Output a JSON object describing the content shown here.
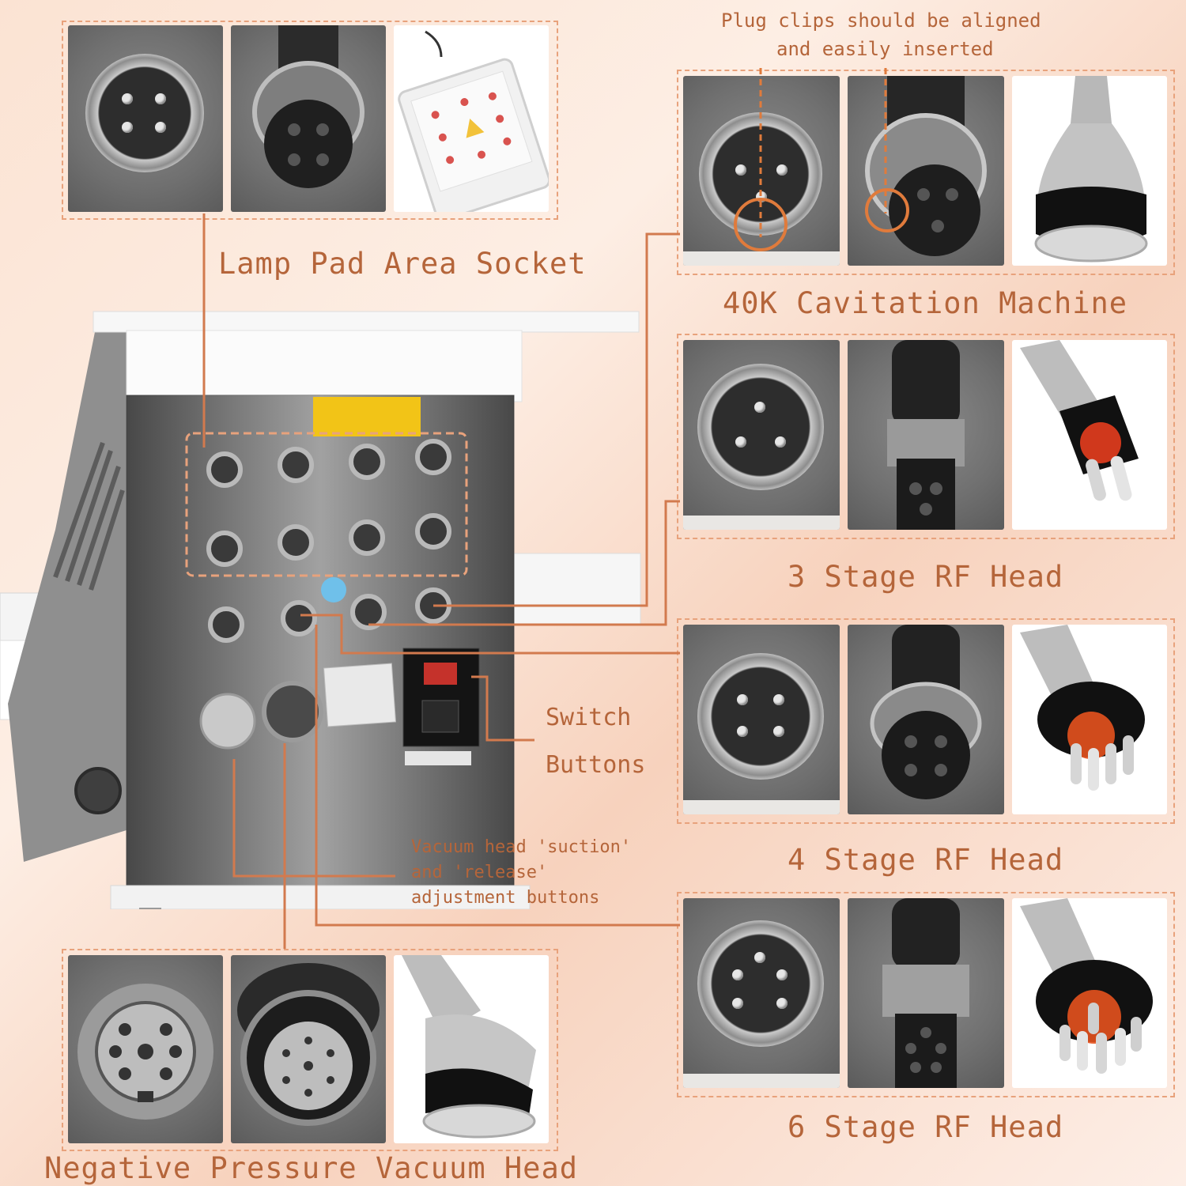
{
  "labels": {
    "lamp_pad": "Lamp Pad Area Socket",
    "plug_clips_line1": "Plug clips should be aligned",
    "plug_clips_line2": "and easily inserted",
    "cavitation": "40K Cavitation Machine",
    "rf3": "3 Stage RF Head",
    "rf4": "4 Stage RF Head",
    "rf6": "6 Stage RF Head",
    "vacuum_head": "Negative Pressure Vacuum Head",
    "switch_line1": "Switch",
    "switch_line2": "Buttons",
    "vacuum_buttons_line1": "Vacuum head 'suction'",
    "vacuum_buttons_line2": "and 'release'",
    "vacuum_buttons_line3": "adjustment buttons"
  },
  "colors": {
    "accent": "#b5653a",
    "dashed_border": "#e8a27c",
    "leader_line": "#d27a4e",
    "panel": "#6d6d6d"
  },
  "icons": [
    "connector-4pin-icon",
    "connector-3pin-icon",
    "connector-5pin-icon",
    "connector-6pin-icon",
    "rf-probe-icon",
    "cavitation-probe-icon",
    "vacuum-probe-icon",
    "remote-pad-icon"
  ]
}
